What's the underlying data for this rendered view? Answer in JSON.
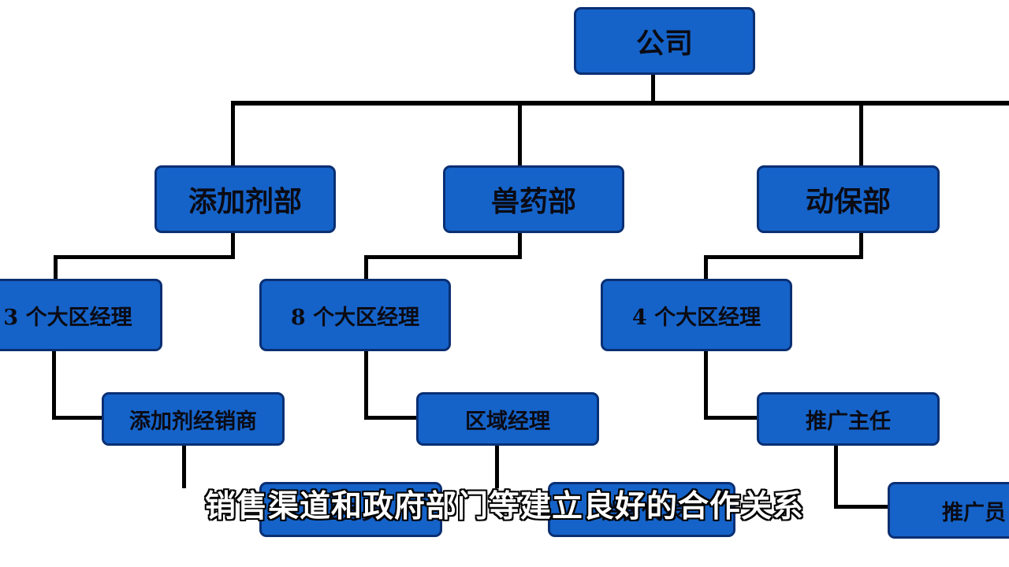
{
  "nodes": {
    "company": "公司",
    "additive_dept": "添加剂部",
    "vet_drug_dept": "兽药部",
    "animal_health_dept": "动保部",
    "additive_regional_managers": "3 个大区经理",
    "vet_regional_managers": "8 个大区经理",
    "animal_regional_managers": "4 个大区经理",
    "additive_distributor": "添加剂经销商",
    "vet_area_manager": "区域经理",
    "promotion_director": "推广主任",
    "additive_next": "业务员",
    "vet_next": "销售代表",
    "promoter": "推广员"
  },
  "subtitle": "销售渠道和政府部门等建立良好的合作关系",
  "colors": {
    "box_fill": "#1563c9",
    "box_border": "#0a2f73",
    "connector": "#000000",
    "subtitle_text": "#ffffff"
  }
}
